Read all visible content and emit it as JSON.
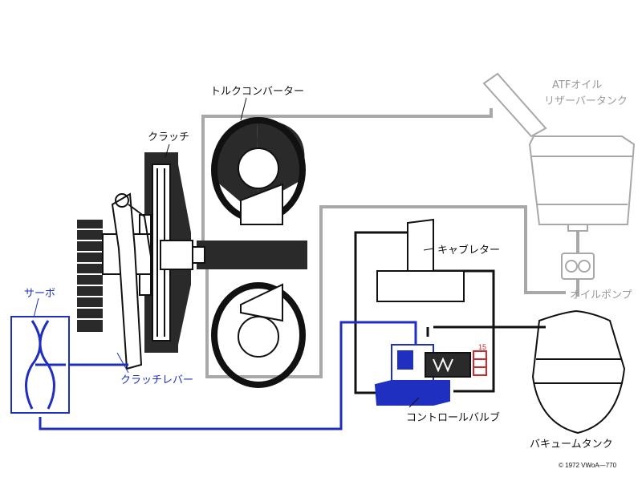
{
  "labels": {
    "torque_converter": "トルクコンバーター",
    "clutch": "クラッチ",
    "atf_tank_line1": "ATFオイル",
    "atf_tank_line2": "リザーバータンク",
    "carburetor": "キャブレター",
    "oil_pump": "オイルポンプ",
    "servo": "サーボ",
    "clutch_lever": "クラッチレバー",
    "control_valve": "コントロールバルブ",
    "vacuum_tank": "バキュームタンク",
    "valve_number": "15",
    "copyright": "© 1972 VWoA—770"
  },
  "colors": {
    "line_black": "#111111",
    "line_gray": "#a8a8a8",
    "vacuum_blue": "#1f2fbf",
    "accent_red": "#d22a2a",
    "fill_dark": "#2a2a2a",
    "fill_light": "#ffffff"
  }
}
